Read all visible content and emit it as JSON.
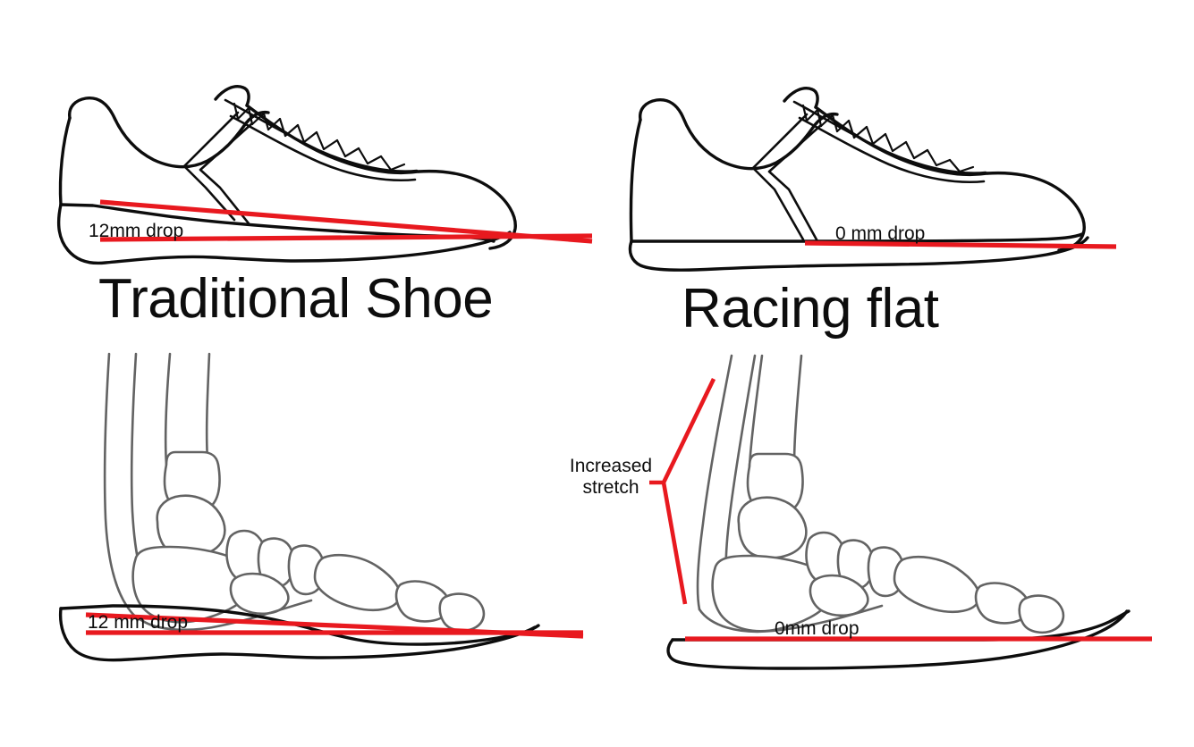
{
  "page": {
    "background_color": "#ffffff",
    "ink_color": "#0d0d0d",
    "bone_color": "#636363",
    "accent_color": "#e8191f"
  },
  "panels": {
    "top_left": {
      "title": "Traditional Shoe",
      "drop_label": "12mm drop",
      "subject": "shoe-side-view"
    },
    "top_right": {
      "title": "Racing flat",
      "drop_label": "0 mm drop",
      "subject": "shoe-side-view"
    },
    "bottom_left": {
      "drop_label": "12 mm drop",
      "subject": "foot-skeleton-side-view"
    },
    "bottom_right": {
      "drop_label": "0mm drop",
      "annotation_line1": "Increased",
      "annotation_line2": "stretch",
      "subject": "foot-skeleton-side-view"
    }
  }
}
